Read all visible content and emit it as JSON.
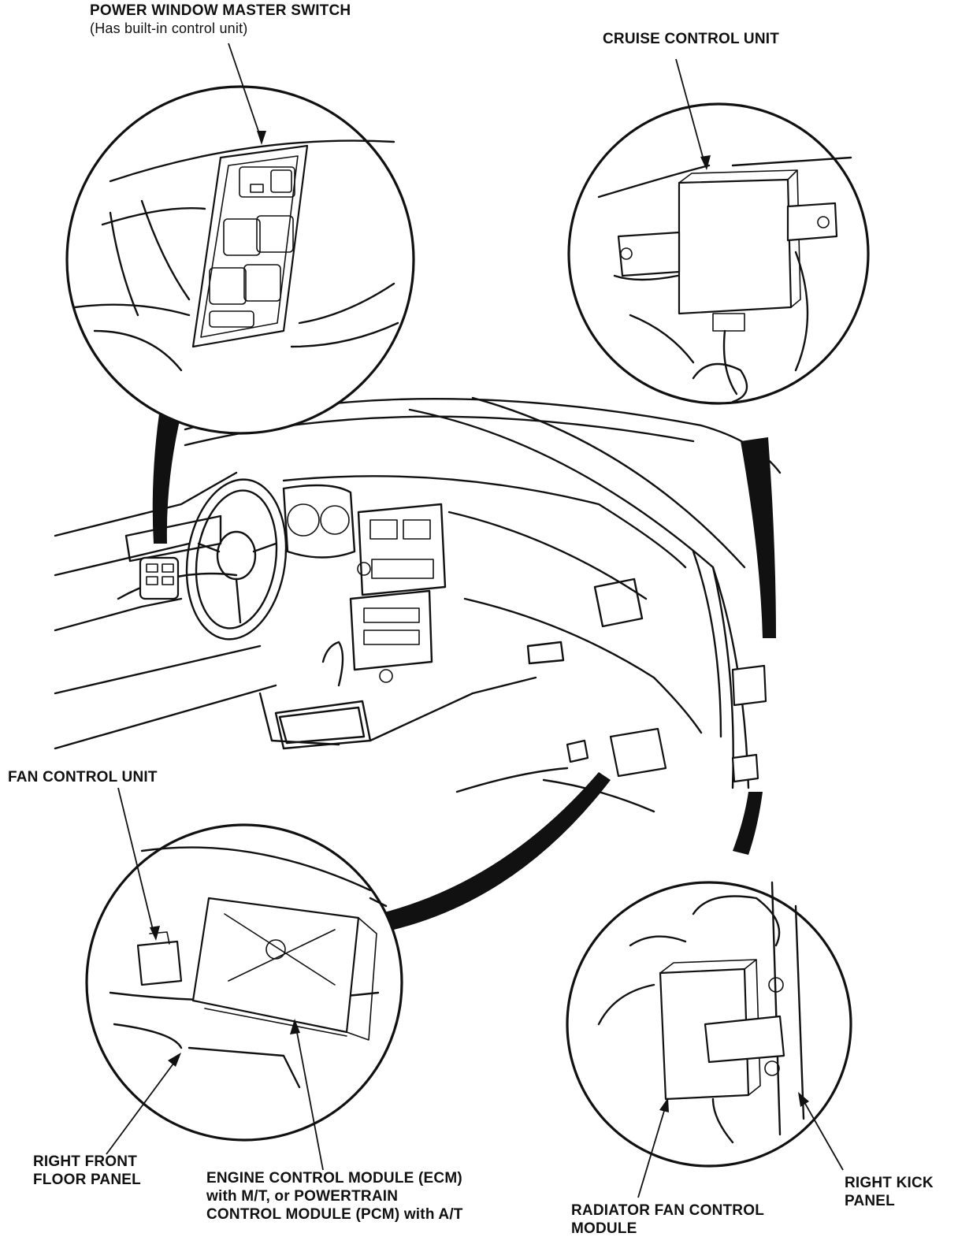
{
  "labels": {
    "power_window_master_switch": "POWER WINDOW MASTER SWITCH",
    "power_window_note": "(Has built-in control unit)",
    "cruise_control_unit": "CRUISE CONTROL UNIT",
    "fan_control_unit": "FAN CONTROL UNIT",
    "right_front_floor_panel": [
      "RIGHT FRONT",
      "FLOOR PANEL"
    ],
    "engine_control_module": [
      "ENGINE CONTROL MODULE (ECM)",
      "with M/T, or POWERTRAIN",
      "CONTROL MODULE (PCM) with A/T"
    ],
    "radiator_fan_control_module": [
      "RADIATOR FAN CONTROL",
      "MODULE"
    ],
    "right_kick_panel": [
      "RIGHT KICK",
      "PANEL"
    ]
  }
}
